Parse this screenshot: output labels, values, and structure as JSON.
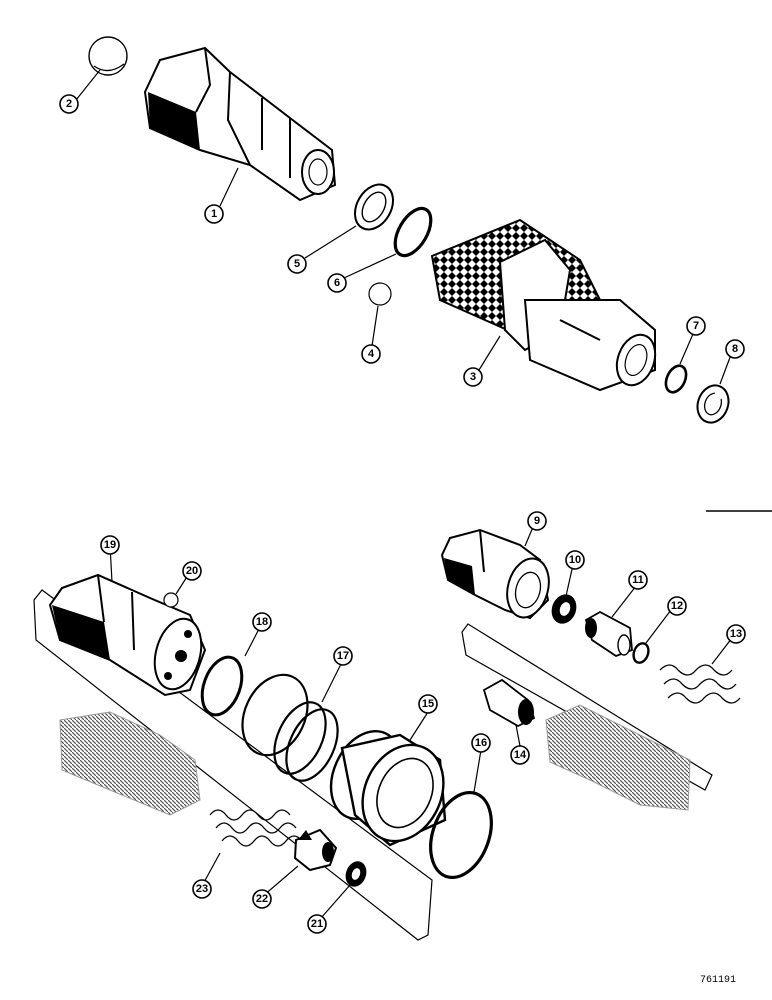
{
  "callouts": [
    "1",
    "2",
    "3",
    "4",
    "5",
    "6",
    "7",
    "8",
    "9",
    "10",
    "11",
    "12",
    "13",
    "14",
    "15",
    "16",
    "17",
    "18",
    "19",
    "20",
    "21",
    "22",
    "23"
  ],
  "drawing_number": "761191"
}
